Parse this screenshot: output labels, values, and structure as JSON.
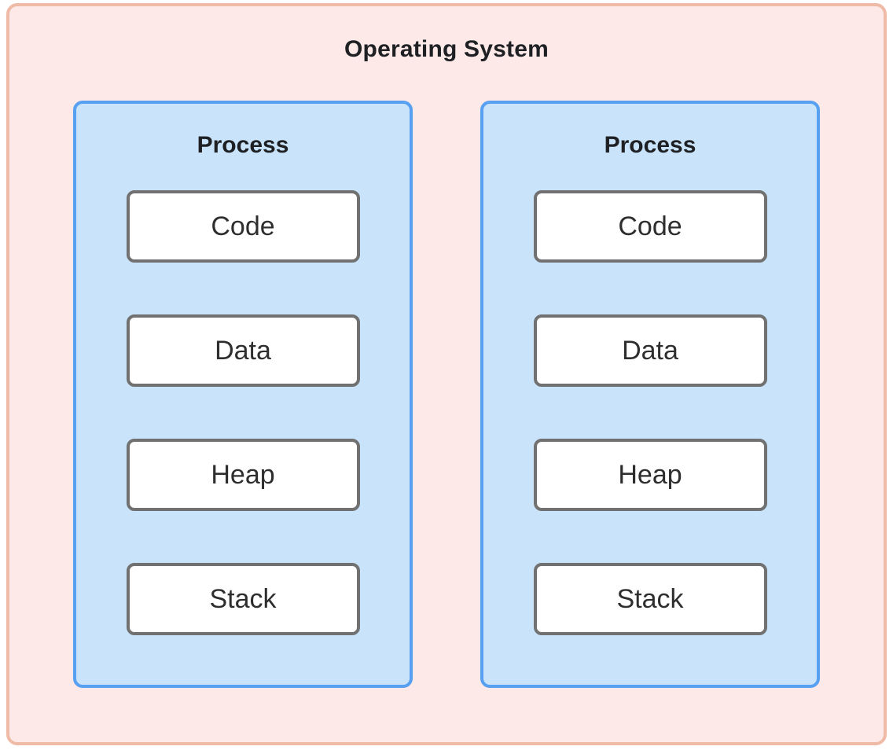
{
  "os": {
    "title": "Operating System",
    "processes": [
      {
        "title": "Process",
        "segments": [
          "Code",
          "Data",
          "Heap",
          "Stack"
        ]
      },
      {
        "title": "Process",
        "segments": [
          "Code",
          "Data",
          "Heap",
          "Stack"
        ]
      }
    ]
  },
  "palette": {
    "os_border": "#f0bba6",
    "os_fill": "#fce9e8",
    "process_border": "#58a0f1",
    "process_fill": "#c9e3fa",
    "segment_border": "#717171",
    "segment_fill": "#ffffff",
    "title_text": "#1e2023",
    "segment_text": "#2e2e2e",
    "page_background": "#ffffff"
  }
}
